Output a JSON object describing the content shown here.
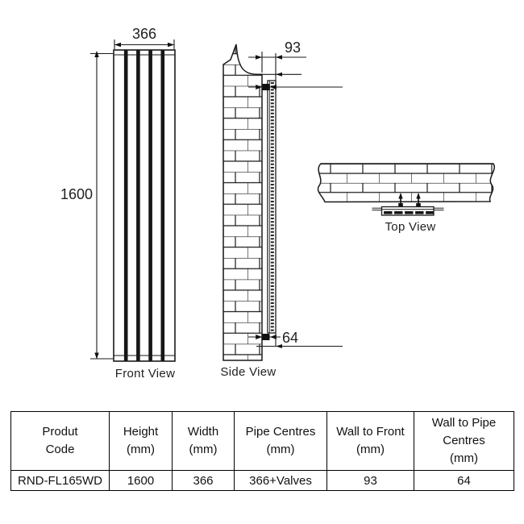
{
  "views": {
    "front": {
      "label": "Front View",
      "width_dim": "366",
      "height_dim": "1600"
    },
    "side": {
      "label": "Side View",
      "wall_to_front_dim": "93",
      "wall_to_pipe_dim": "64"
    },
    "top": {
      "label": "Top View"
    }
  },
  "table": {
    "headers": [
      {
        "lines": [
          "Produt",
          "Code"
        ]
      },
      {
        "lines": [
          "Height",
          "(mm)"
        ]
      },
      {
        "lines": [
          "Width",
          "(mm)"
        ]
      },
      {
        "lines": [
          "Pipe Centres",
          "(mm)"
        ]
      },
      {
        "lines": [
          "Wall to Front",
          "(mm)"
        ]
      },
      {
        "lines": [
          "Wall to Pipe",
          "Centres",
          "(mm)"
        ]
      }
    ],
    "row": [
      "RND-FL165WD",
      "1600",
      "366",
      "366+Valves",
      "93",
      "64"
    ]
  },
  "colors": {
    "line": "#1a1a1a",
    "text": "#1f1f1f",
    "background": "#ffffff"
  }
}
